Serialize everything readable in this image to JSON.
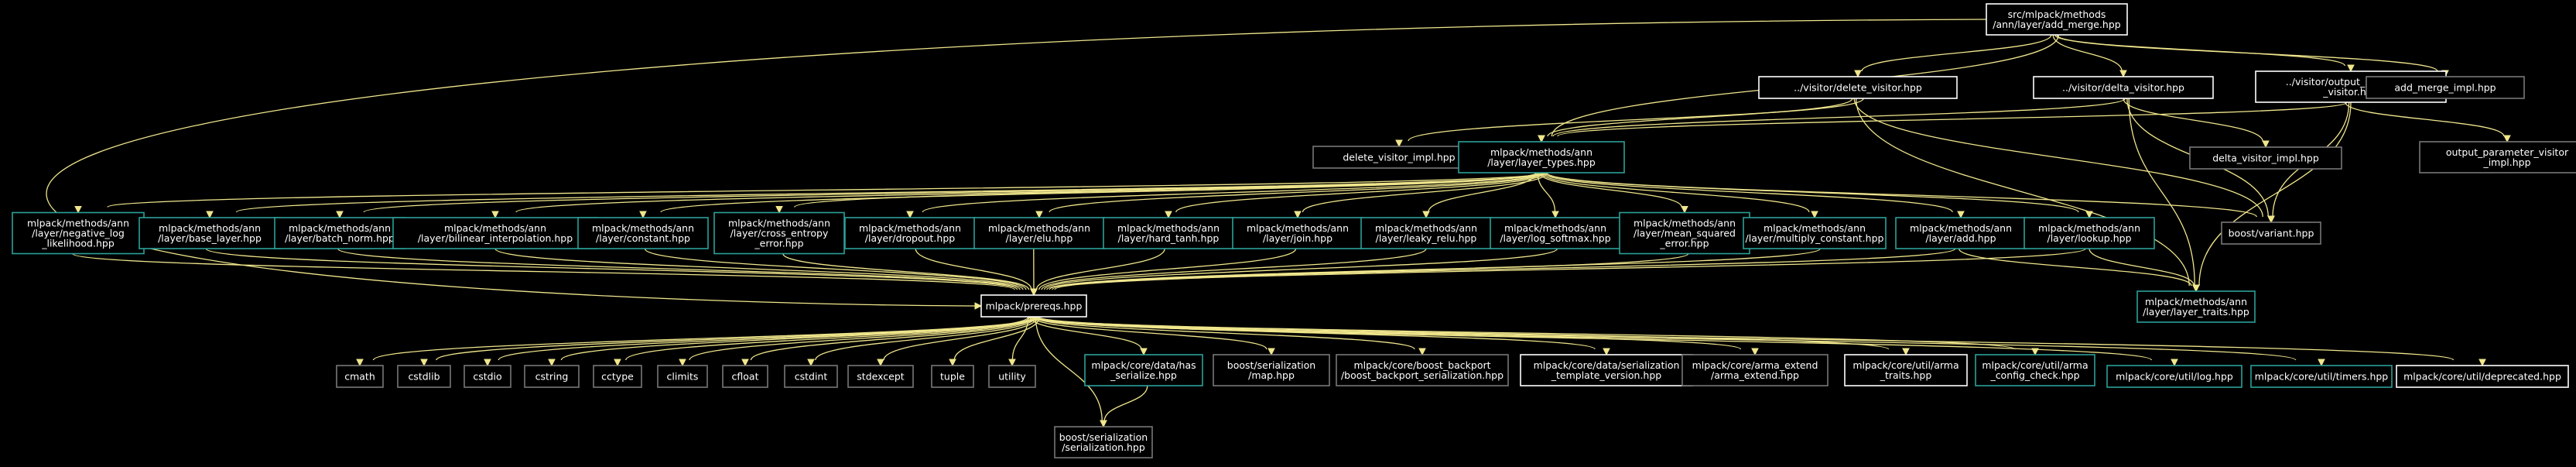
{
  "colors": {
    "background": "#000000",
    "edge": "#f0e68c",
    "root_fill": "#404040",
    "border_cyan": "#2aa198",
    "border_white": "#ffffff",
    "border_gray": "#777777",
    "text": "#ffffff"
  },
  "nodes": [
    {
      "id": "root",
      "label": [
        "src/mlpack/methods",
        "/ann/layer/add_merge.hpp"
      ],
      "style": "root"
    },
    {
      "id": "delete_visitor",
      "label": [
        "../visitor/delete_visitor.hpp"
      ],
      "style": "white"
    },
    {
      "id": "delta_visitor",
      "label": [
        "../visitor/delta_visitor.hpp"
      ],
      "style": "white"
    },
    {
      "id": "output_param",
      "label": [
        "../visitor/output_parameter",
        "_visitor.hpp"
      ],
      "style": "white"
    },
    {
      "id": "add_merge_impl",
      "label": [
        "add_merge_impl.hpp"
      ],
      "style": "gray"
    },
    {
      "id": "delete_visitor_impl",
      "label": [
        "delete_visitor_impl.hpp"
      ],
      "style": "gray"
    },
    {
      "id": "layer_types",
      "label": [
        "mlpack/methods/ann",
        "/layer/layer_types.hpp"
      ],
      "style": "cyan"
    },
    {
      "id": "delta_visitor_impl",
      "label": [
        "delta_visitor_impl.hpp"
      ],
      "style": "gray"
    },
    {
      "id": "output_param_impl",
      "label": [
        "output_parameter_visitor",
        "_impl.hpp"
      ],
      "style": "gray"
    },
    {
      "id": "neg_log",
      "label": [
        "mlpack/methods/ann",
        "/layer/negative_log",
        "_likelihood.hpp"
      ],
      "style": "cyan"
    },
    {
      "id": "base_layer",
      "label": [
        "mlpack/methods/ann",
        "/layer/base_layer.hpp"
      ],
      "style": "cyan"
    },
    {
      "id": "batch_norm",
      "label": [
        "mlpack/methods/ann",
        "/layer/batch_norm.hpp"
      ],
      "style": "cyan"
    },
    {
      "id": "bilinear",
      "label": [
        "mlpack/methods/ann",
        "/layer/bilinear_interpolation.hpp"
      ],
      "style": "cyan"
    },
    {
      "id": "constant",
      "label": [
        "mlpack/methods/ann",
        "/layer/constant.hpp"
      ],
      "style": "cyan"
    },
    {
      "id": "cross_entropy",
      "label": [
        "mlpack/methods/ann",
        "/layer/cross_entropy",
        "_error.hpp"
      ],
      "style": "cyan"
    },
    {
      "id": "dropout",
      "label": [
        "mlpack/methods/ann",
        "/layer/dropout.hpp"
      ],
      "style": "cyan"
    },
    {
      "id": "elu",
      "label": [
        "mlpack/methods/ann",
        "/layer/elu.hpp"
      ],
      "style": "cyan"
    },
    {
      "id": "hard_tanh",
      "label": [
        "mlpack/methods/ann",
        "/layer/hard_tanh.hpp"
      ],
      "style": "cyan"
    },
    {
      "id": "join",
      "label": [
        "mlpack/methods/ann",
        "/layer/join.hpp"
      ],
      "style": "cyan"
    },
    {
      "id": "leaky_relu",
      "label": [
        "mlpack/methods/ann",
        "/layer/leaky_relu.hpp"
      ],
      "style": "cyan"
    },
    {
      "id": "log_softmax",
      "label": [
        "mlpack/methods/ann",
        "/layer/log_softmax.hpp"
      ],
      "style": "cyan"
    },
    {
      "id": "mse",
      "label": [
        "mlpack/methods/ann",
        "/layer/mean_squared",
        "_error.hpp"
      ],
      "style": "cyan"
    },
    {
      "id": "mult_const",
      "label": [
        "mlpack/methods/ann",
        "/layer/multiply_constant.hpp"
      ],
      "style": "cyan"
    },
    {
      "id": "add",
      "label": [
        "mlpack/methods/ann",
        "/layer/add.hpp"
      ],
      "style": "cyan"
    },
    {
      "id": "lookup",
      "label": [
        "mlpack/methods/ann",
        "/layer/lookup.hpp"
      ],
      "style": "cyan"
    },
    {
      "id": "boost_variant",
      "label": [
        "boost/variant.hpp"
      ],
      "style": "gray"
    },
    {
      "id": "prereqs",
      "label": [
        "mlpack/prereqs.hpp"
      ],
      "style": "white"
    },
    {
      "id": "layer_traits",
      "label": [
        "mlpack/methods/ann",
        "/layer/layer_traits.hpp"
      ],
      "style": "cyan"
    },
    {
      "id": "cmath",
      "label": [
        "cmath"
      ],
      "style": "gray"
    },
    {
      "id": "cstdlib",
      "label": [
        "cstdlib"
      ],
      "style": "gray"
    },
    {
      "id": "cstdio",
      "label": [
        "cstdio"
      ],
      "style": "gray"
    },
    {
      "id": "cstring",
      "label": [
        "cstring"
      ],
      "style": "gray"
    },
    {
      "id": "cctype",
      "label": [
        "cctype"
      ],
      "style": "gray"
    },
    {
      "id": "climits",
      "label": [
        "climits"
      ],
      "style": "gray"
    },
    {
      "id": "cfloat",
      "label": [
        "cfloat"
      ],
      "style": "gray"
    },
    {
      "id": "cstdint",
      "label": [
        "cstdint"
      ],
      "style": "gray"
    },
    {
      "id": "stdexcept",
      "label": [
        "stdexcept"
      ],
      "style": "gray"
    },
    {
      "id": "tuple",
      "label": [
        "tuple"
      ],
      "style": "gray"
    },
    {
      "id": "utility",
      "label": [
        "utility"
      ],
      "style": "gray"
    },
    {
      "id": "has_serialize",
      "label": [
        "mlpack/core/data/has",
        "_serialize.hpp"
      ],
      "style": "cyan"
    },
    {
      "id": "ser_map",
      "label": [
        "boost/serialization",
        "/map.hpp"
      ],
      "style": "gray"
    },
    {
      "id": "boost_backport",
      "label": [
        "mlpack/core/boost_backport",
        "/boost_backport_serialization.hpp"
      ],
      "style": "gray"
    },
    {
      "id": "ser_template",
      "label": [
        "mlpack/core/data/serialization",
        "_template_version.hpp"
      ],
      "style": "white"
    },
    {
      "id": "arma_extend",
      "label": [
        "mlpack/core/arma_extend",
        "/arma_extend.hpp"
      ],
      "style": "gray"
    },
    {
      "id": "arma_traits",
      "label": [
        "mlpack/core/util/arma",
        "_traits.hpp"
      ],
      "style": "white"
    },
    {
      "id": "arma_config",
      "label": [
        "mlpack/core/util/arma",
        "_config_check.hpp"
      ],
      "style": "cyan"
    },
    {
      "id": "log",
      "label": [
        "mlpack/core/util/log.hpp"
      ],
      "style": "cyan"
    },
    {
      "id": "timers",
      "label": [
        "mlpack/core/util/timers.hpp"
      ],
      "style": "cyan"
    },
    {
      "id": "deprecated",
      "label": [
        "mlpack/core/util/deprecated.hpp"
      ],
      "style": "white"
    },
    {
      "id": "ser_ser",
      "label": [
        "boost/serialization",
        "/serialization.hpp"
      ],
      "style": "gray"
    }
  ],
  "edges": [
    [
      "root",
      "delete_visitor"
    ],
    [
      "root",
      "delta_visitor"
    ],
    [
      "root",
      "output_param"
    ],
    [
      "root",
      "add_merge_impl"
    ],
    [
      "root",
      "layer_types"
    ],
    [
      "root",
      "prereqs"
    ],
    [
      "delete_visitor",
      "delete_visitor_impl"
    ],
    [
      "delete_visitor",
      "layer_types"
    ],
    [
      "delete_visitor",
      "boost_variant"
    ],
    [
      "delete_visitor",
      "layer_traits"
    ],
    [
      "delta_visitor",
      "delta_visitor_impl"
    ],
    [
      "delta_visitor",
      "layer_types"
    ],
    [
      "delta_visitor",
      "boost_variant"
    ],
    [
      "delta_visitor",
      "layer_traits"
    ],
    [
      "output_param",
      "output_param_impl"
    ],
    [
      "output_param",
      "layer_types"
    ],
    [
      "output_param",
      "boost_variant"
    ],
    [
      "output_param",
      "layer_traits"
    ],
    [
      "layer_types",
      "neg_log"
    ],
    [
      "layer_types",
      "base_layer"
    ],
    [
      "layer_types",
      "batch_norm"
    ],
    [
      "layer_types",
      "bilinear"
    ],
    [
      "layer_types",
      "constant"
    ],
    [
      "layer_types",
      "cross_entropy"
    ],
    [
      "layer_types",
      "dropout"
    ],
    [
      "layer_types",
      "elu"
    ],
    [
      "layer_types",
      "hard_tanh"
    ],
    [
      "layer_types",
      "join"
    ],
    [
      "layer_types",
      "leaky_relu"
    ],
    [
      "layer_types",
      "log_softmax"
    ],
    [
      "layer_types",
      "mse"
    ],
    [
      "layer_types",
      "mult_const"
    ],
    [
      "layer_types",
      "add"
    ],
    [
      "layer_types",
      "lookup"
    ],
    [
      "layer_types",
      "boost_variant"
    ],
    [
      "neg_log",
      "prereqs"
    ],
    [
      "base_layer",
      "prereqs"
    ],
    [
      "batch_norm",
      "prereqs"
    ],
    [
      "bilinear",
      "prereqs"
    ],
    [
      "constant",
      "prereqs"
    ],
    [
      "cross_entropy",
      "prereqs"
    ],
    [
      "dropout",
      "prereqs"
    ],
    [
      "elu",
      "prereqs"
    ],
    [
      "hard_tanh",
      "prereqs"
    ],
    [
      "join",
      "prereqs"
    ],
    [
      "leaky_relu",
      "prereqs"
    ],
    [
      "log_softmax",
      "prereqs"
    ],
    [
      "mse",
      "prereqs"
    ],
    [
      "mult_const",
      "prereqs"
    ],
    [
      "add",
      "prereqs"
    ],
    [
      "lookup",
      "prereqs"
    ],
    [
      "add",
      "layer_traits"
    ],
    [
      "lookup",
      "layer_traits"
    ],
    [
      "prereqs",
      "cmath"
    ],
    [
      "prereqs",
      "cstdlib"
    ],
    [
      "prereqs",
      "cstdio"
    ],
    [
      "prereqs",
      "cstring"
    ],
    [
      "prereqs",
      "cctype"
    ],
    [
      "prereqs",
      "climits"
    ],
    [
      "prereqs",
      "cfloat"
    ],
    [
      "prereqs",
      "cstdint"
    ],
    [
      "prereqs",
      "stdexcept"
    ],
    [
      "prereqs",
      "tuple"
    ],
    [
      "prereqs",
      "utility"
    ],
    [
      "prereqs",
      "has_serialize"
    ],
    [
      "prereqs",
      "ser_map"
    ],
    [
      "prereqs",
      "boost_backport"
    ],
    [
      "prereqs",
      "ser_template"
    ],
    [
      "prereqs",
      "arma_extend"
    ],
    [
      "prereqs",
      "arma_traits"
    ],
    [
      "prereqs",
      "arma_config"
    ],
    [
      "prereqs",
      "log"
    ],
    [
      "prereqs",
      "timers"
    ],
    [
      "prereqs",
      "deprecated"
    ],
    [
      "prereqs",
      "ser_ser"
    ],
    [
      "has_serialize",
      "ser_ser"
    ]
  ]
}
